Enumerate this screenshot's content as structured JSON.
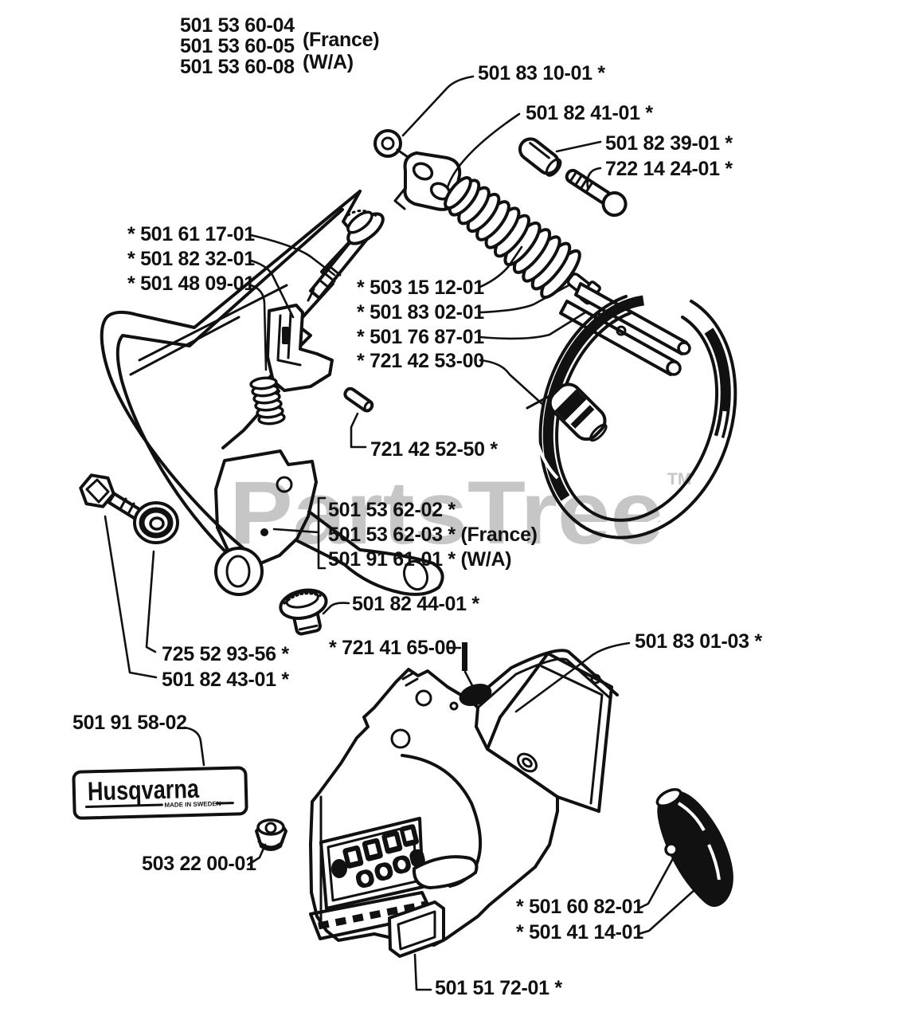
{
  "page": {
    "background": "#ffffff",
    "ink": "#111111"
  },
  "watermark": {
    "text": "PartsTree",
    "tm": "TM",
    "color": "#c6c6c6"
  },
  "brand_plate": {
    "name": "Husqvarna",
    "caption": "MADE IN SWEDEN"
  },
  "labels": [
    {
      "text": "501 53 60-04"
    },
    {
      "text": "501 53 60-05"
    },
    {
      "text": "501 53 60-08"
    },
    {
      "text": "(France)"
    },
    {
      "text": "(W/A)"
    },
    {
      "text": "501 83 10-01  *"
    },
    {
      "text": "501 82 41-01  *"
    },
    {
      "text": "501 82 39-01  *"
    },
    {
      "text": "722 14 24-01  *"
    },
    {
      "text": "*  501 61 17-01"
    },
    {
      "text": "*  501 82 32-01"
    },
    {
      "text": "*  501 48 09-01"
    },
    {
      "text": "*  503 15 12-01"
    },
    {
      "text": "*  501 83 02-01"
    },
    {
      "text": "*  501 76 87-01"
    },
    {
      "text": "*  721 42 53-00"
    },
    {
      "text": "721 42 52-50  *"
    },
    {
      "text": "501 53 62-02  *"
    },
    {
      "text": "501 53 62-03  *  (France)"
    },
    {
      "text": "501 91 61-01  *  (W/A)"
    },
    {
      "text": "501 82 44-01  *"
    },
    {
      "text": "*  721 41 65-00"
    },
    {
      "text": "501 83 01-03  *"
    },
    {
      "text": "725 52 93-56  *"
    },
    {
      "text": "501 82 43-01  *"
    },
    {
      "text": "501 91 58-02"
    },
    {
      "text": "503 22 00-01"
    },
    {
      "text": "*  501 60 82-01"
    },
    {
      "text": "*  501 41 14-01"
    },
    {
      "text": "501 51 72-01  *"
    }
  ]
}
